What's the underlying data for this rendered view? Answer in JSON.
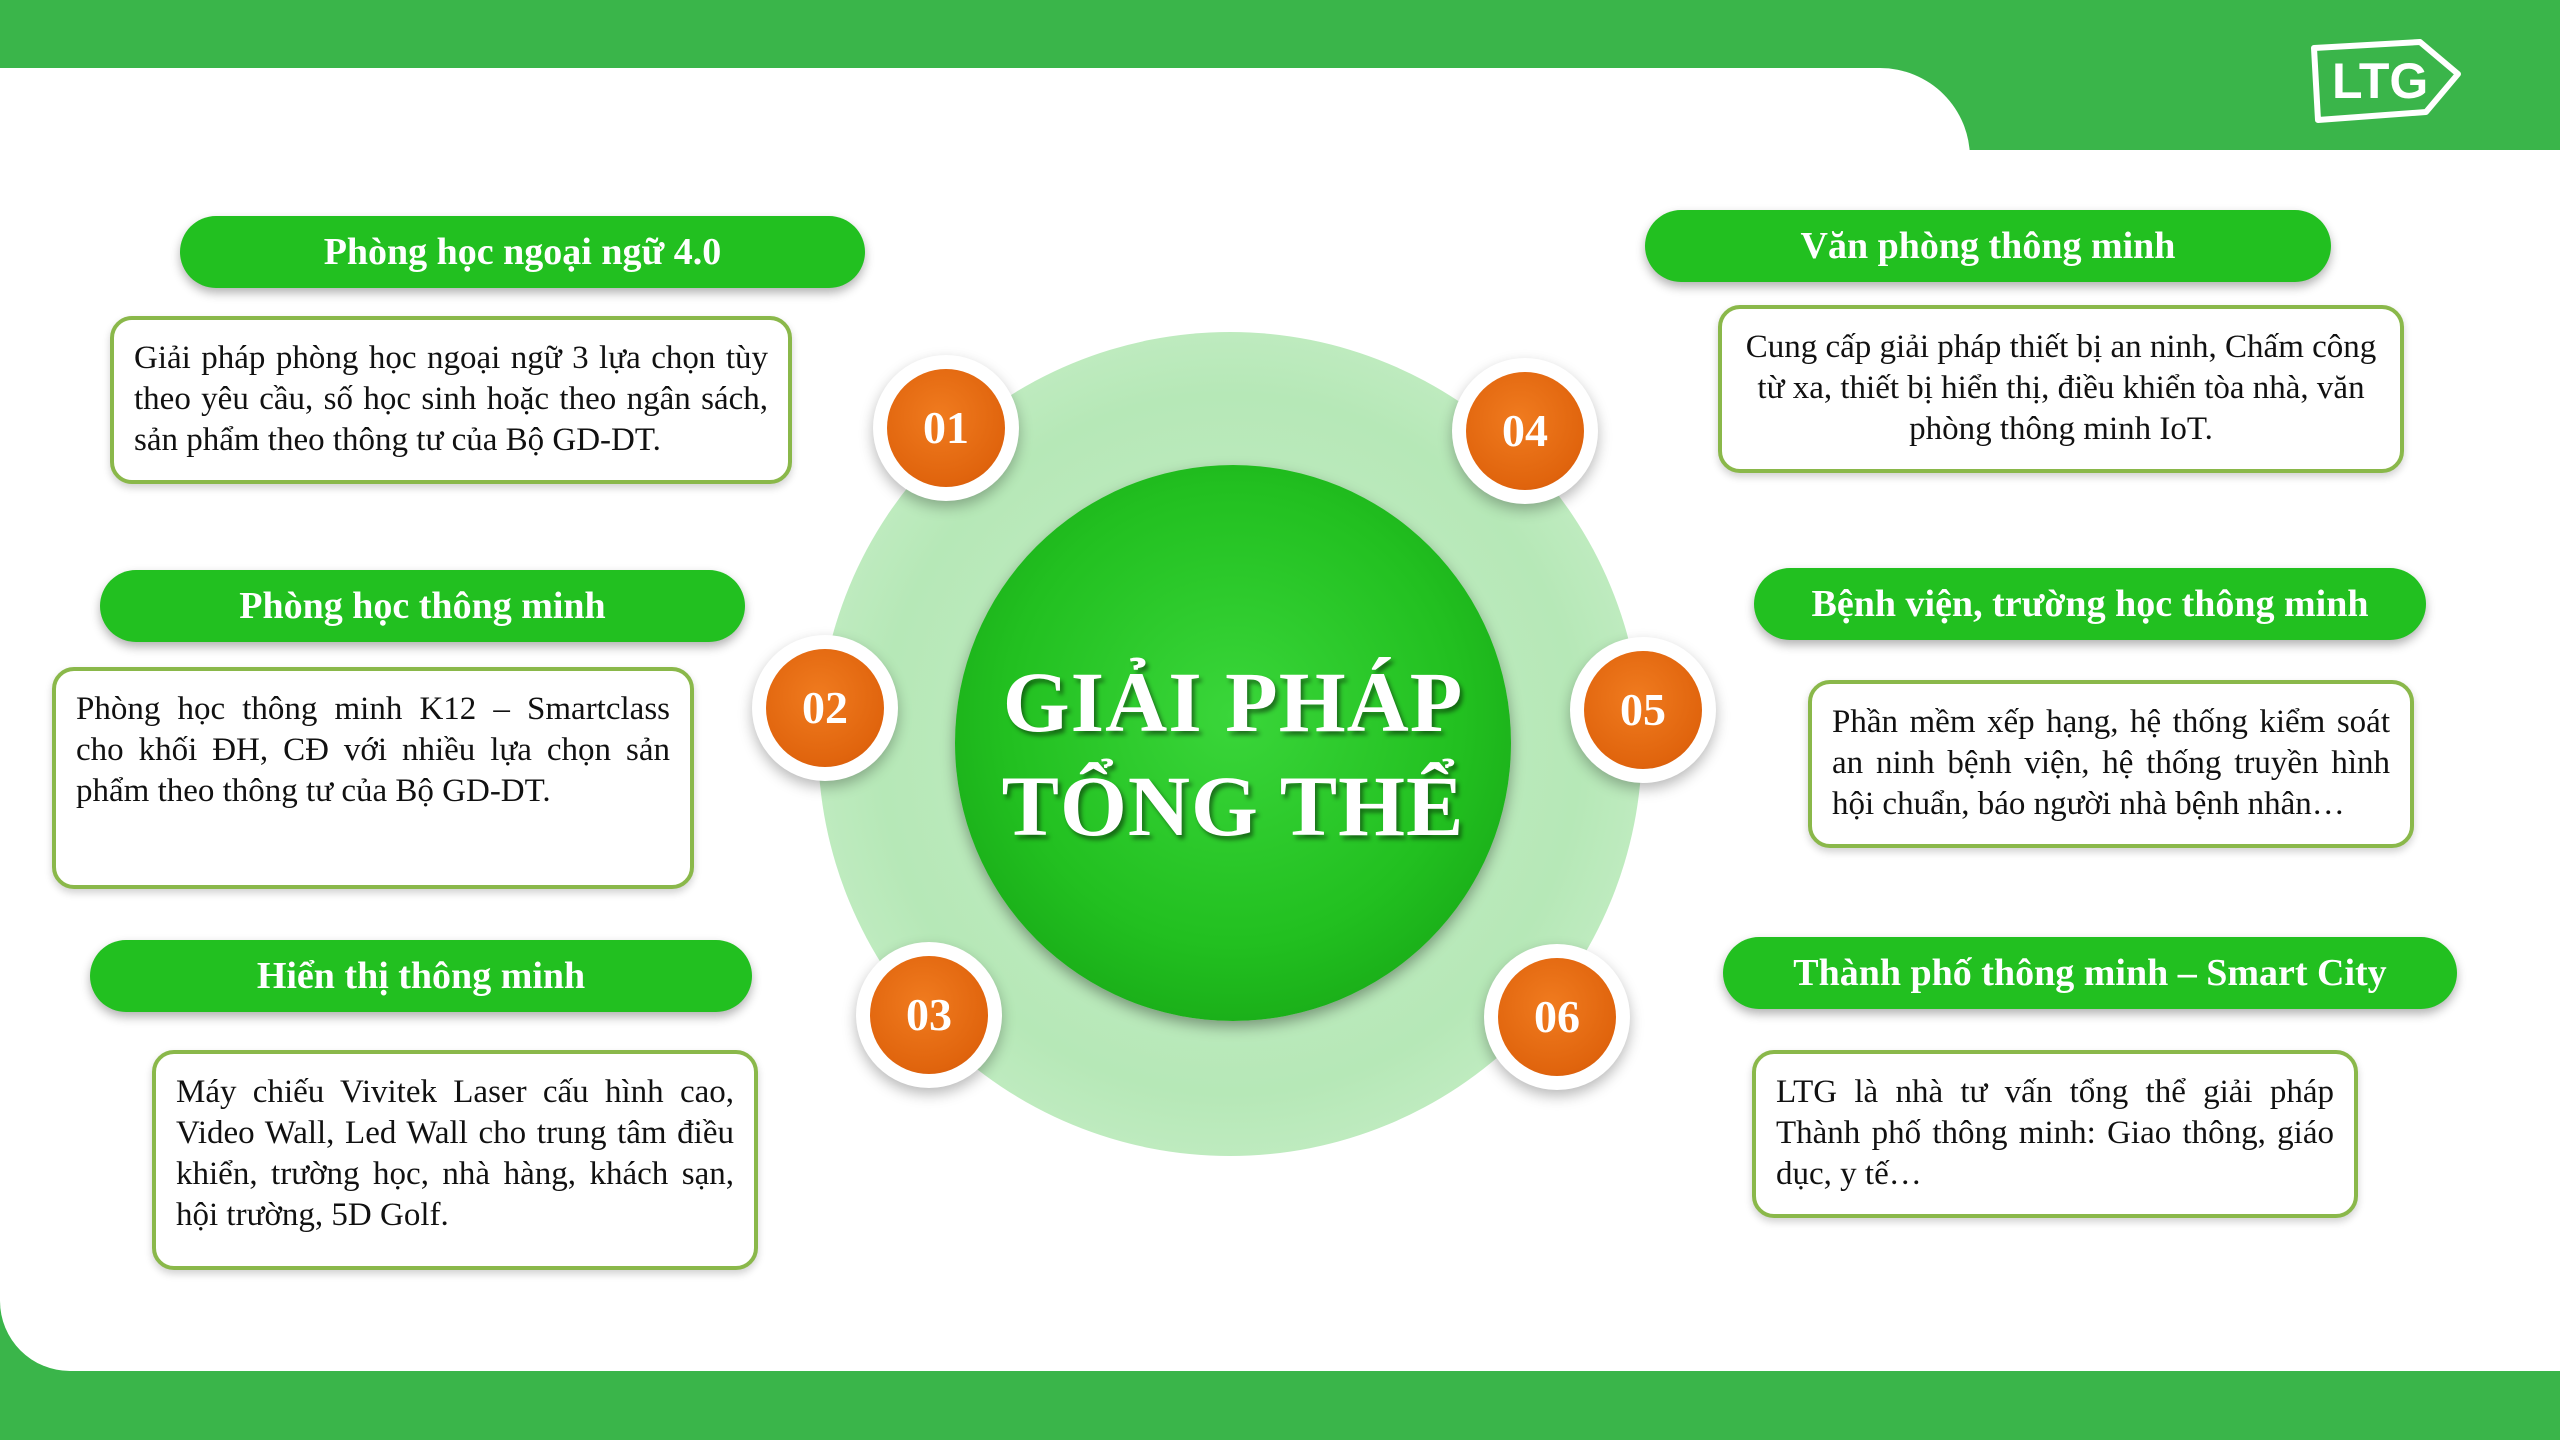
{
  "brand": {
    "logo_text": "LTG",
    "color_green": "#3ab54a",
    "color_orange": "#e0640d"
  },
  "center": {
    "line1": "GIẢI PHÁP",
    "line2": "TỔNG THỂ"
  },
  "items": [
    {
      "number": "01",
      "title": "Phòng học ngoại ngữ 4.0",
      "description": "Giải pháp phòng học ngoại ngữ 3 lựa chọn tùy theo yêu cầu, số học sinh hoặc theo ngân sách, sản phẩm theo thông tư của Bộ GD-DT."
    },
    {
      "number": "02",
      "title": "Phòng học thông minh",
      "description": "Phòng học thông minh K12 – Smartclass cho khối ĐH, CĐ với nhiều lựa chọn sản phẩm theo thông tư của Bộ GD-DT."
    },
    {
      "number": "03",
      "title": "Hiển thị thông minh",
      "description": "Máy chiếu Vivitek Laser cấu hình cao, Video Wall, Led Wall cho trung tâm điều khiển, trường học, nhà hàng, khách sạn, hội trường, 5D Golf."
    },
    {
      "number": "04",
      "title": "Văn phòng thông minh",
      "description": "Cung cấp giải pháp thiết bị an ninh, Chấm công từ xa, thiết bị hiển thị, điều khiển tòa nhà, văn phòng thông minh IoT."
    },
    {
      "number": "05",
      "title": "Bệnh viện, trường học thông minh",
      "description": "Phần mềm xếp hạng, hệ thống kiểm soát an ninh bệnh viện, hệ thống truyền hình hội chuẩn, báo người nhà bệnh nhân…"
    },
    {
      "number": "06",
      "title": "Thành phố thông minh – Smart City",
      "description": "LTG là nhà tư vấn tổng thể giải pháp Thành phố thông minh: Giao thông, giáo dục, y tế…"
    }
  ]
}
